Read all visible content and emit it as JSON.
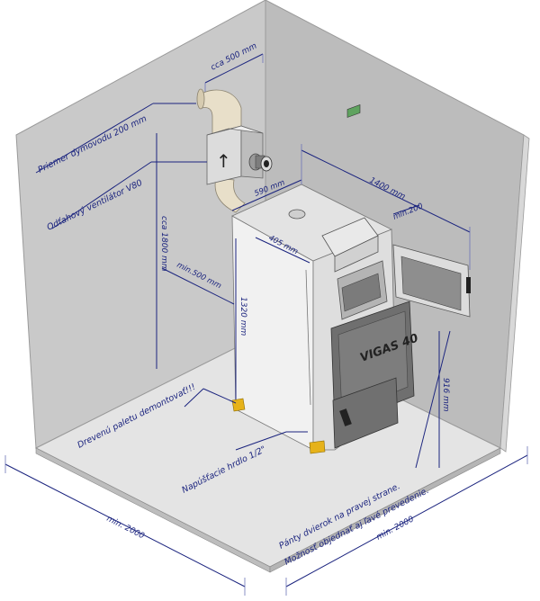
{
  "labels": {
    "flue_diameter": "Priemer dymovodu 200 mm",
    "fan": "Odťahový ventilátor V80",
    "pallet": "Drevenú paletu demontovať!!!",
    "valve": "Napúšťacie hrdlo 1/2\"",
    "hinges_line1": "Pánty dvierok na pravej strane.",
    "hinges_line2": "Možnosť objednať aj ľavé prevedenie.",
    "brand": "VIGAS 40"
  },
  "dimensions": {
    "cca500": "cca 500 mm",
    "cca1800": "cca 1800 mm",
    "min500": "min.500 mm",
    "d590": "590 mm",
    "d1400": "1400 mm",
    "min200": "min.200",
    "d405": "405 mm",
    "d1320": "1320 mm",
    "d916": "916 mm",
    "min2000_left": "min. 2000",
    "min2000_right": "min. 2000"
  },
  "colors": {
    "annotation": "#1a237e",
    "wall_left": "#c9c9c9",
    "wall_back": "#bcbcbc",
    "wall_right": "#cfcfcf",
    "floor": "#e4e4e4",
    "boiler_body": "#ececec",
    "door_dark": "#6f6f6f",
    "pallet": "#e6b21a"
  },
  "icons": {
    "arrow_up": "↑"
  }
}
